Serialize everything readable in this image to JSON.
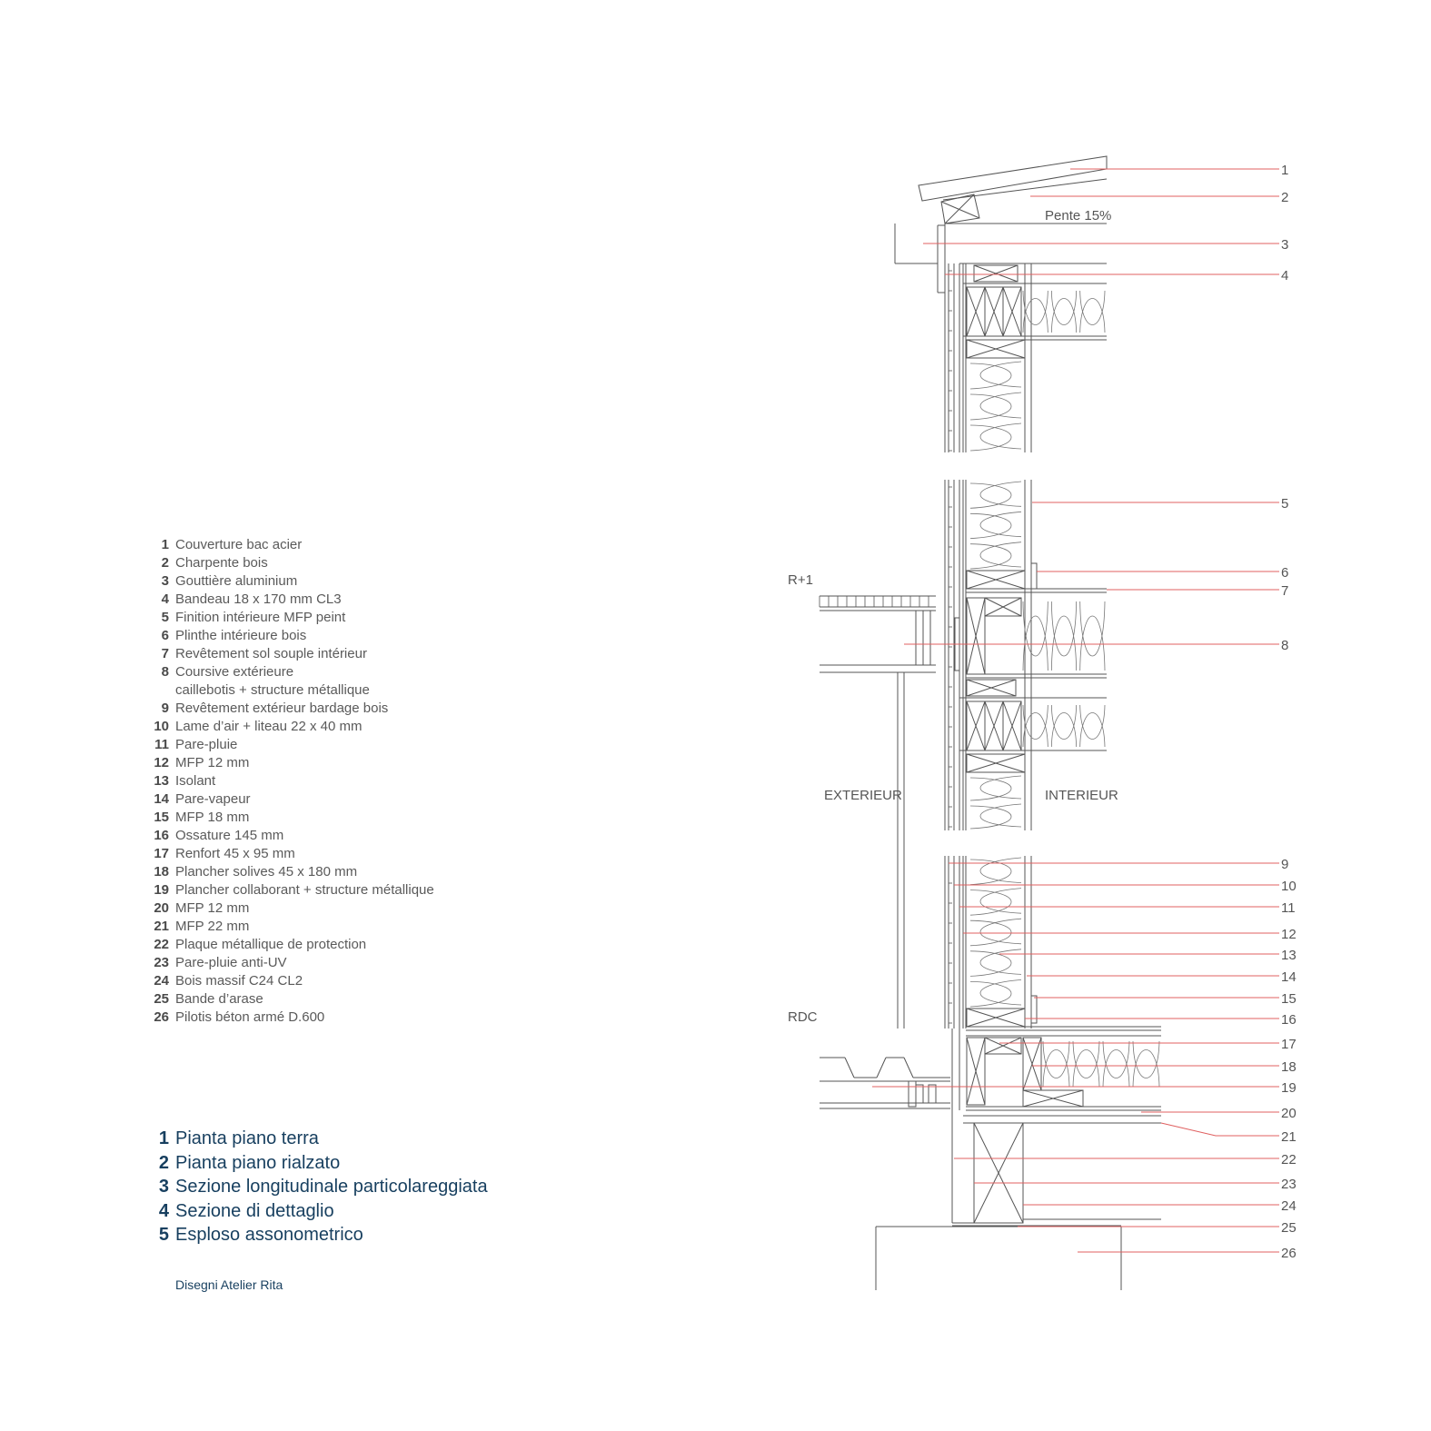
{
  "legend": [
    {
      "n": "1",
      "lines": [
        "Couverture bac acier"
      ]
    },
    {
      "n": "2",
      "lines": [
        "Charpente bois"
      ]
    },
    {
      "n": "3",
      "lines": [
        "Gouttière aluminium"
      ]
    },
    {
      "n": "4",
      "lines": [
        "Bandeau 18 x 170 mm CL3"
      ]
    },
    {
      "n": "5",
      "lines": [
        "Finition intérieure MFP peint"
      ]
    },
    {
      "n": "6",
      "lines": [
        "Plinthe intérieure bois"
      ]
    },
    {
      "n": "7",
      "lines": [
        "Revêtement sol souple intérieur"
      ]
    },
    {
      "n": "8",
      "lines": [
        "Coursive extérieure",
        "caillebotis + structure métallique"
      ]
    },
    {
      "n": "9",
      "lines": [
        "Revêtement extérieur bardage bois"
      ]
    },
    {
      "n": "10",
      "lines": [
        "Lame d’air + liteau 22 x 40 mm"
      ]
    },
    {
      "n": "11",
      "lines": [
        "Pare-pluie"
      ]
    },
    {
      "n": "12",
      "lines": [
        "MFP 12 mm"
      ]
    },
    {
      "n": "13",
      "lines": [
        "Isolant"
      ]
    },
    {
      "n": "14",
      "lines": [
        "Pare-vapeur"
      ]
    },
    {
      "n": "15",
      "lines": [
        "MFP 18 mm"
      ]
    },
    {
      "n": "16",
      "lines": [
        "Ossature 145 mm"
      ]
    },
    {
      "n": "17",
      "lines": [
        "Renfort 45 x 95 mm"
      ]
    },
    {
      "n": "18",
      "lines": [
        "Plancher solives 45 x 180 mm"
      ]
    },
    {
      "n": "19",
      "lines": [
        "Plancher collaborant + structure métallique"
      ]
    },
    {
      "n": "20",
      "lines": [
        "MFP 12 mm"
      ]
    },
    {
      "n": "21",
      "lines": [
        "MFP 22 mm"
      ]
    },
    {
      "n": "22",
      "lines": [
        "Plaque métallique de protection"
      ]
    },
    {
      "n": "23",
      "lines": [
        "Pare-pluie anti-UV"
      ]
    },
    {
      "n": "24",
      "lines": [
        "Bois massif C24 CL2"
      ]
    },
    {
      "n": "25",
      "lines": [
        "Bande d’arase"
      ]
    },
    {
      "n": "26",
      "lines": [
        "Pilotis béton armé D.600"
      ]
    }
  ],
  "drawings": [
    {
      "n": "1",
      "label": "Pianta piano terra"
    },
    {
      "n": "2",
      "label": "Pianta piano rialzato"
    },
    {
      "n": "3",
      "label": "Sezione longitudinale particolareggiata"
    },
    {
      "n": "4",
      "label": "Sezione di dettaglio"
    },
    {
      "n": "5",
      "label": "Esploso assonometrico"
    }
  ],
  "credit": "Disegni Atelier Rita",
  "section": {
    "labels": {
      "slope": "Pente 15%",
      "level_upper": "R+1",
      "level_ground": "RDC",
      "exterior": "EXTERIEUR",
      "interior": "INTERIEUR"
    },
    "callouts": [
      "1",
      "2",
      "3",
      "4",
      "5",
      "6",
      "7",
      "8",
      "9",
      "10",
      "11",
      "12",
      "13",
      "14",
      "15",
      "16",
      "17",
      "18",
      "19",
      "20",
      "21",
      "22",
      "23",
      "24",
      "25",
      "26"
    ]
  },
  "colors": {
    "leader": "#e06060",
    "line": "#555555",
    "title": "#173f5f",
    "text": "#5a5a5a"
  }
}
